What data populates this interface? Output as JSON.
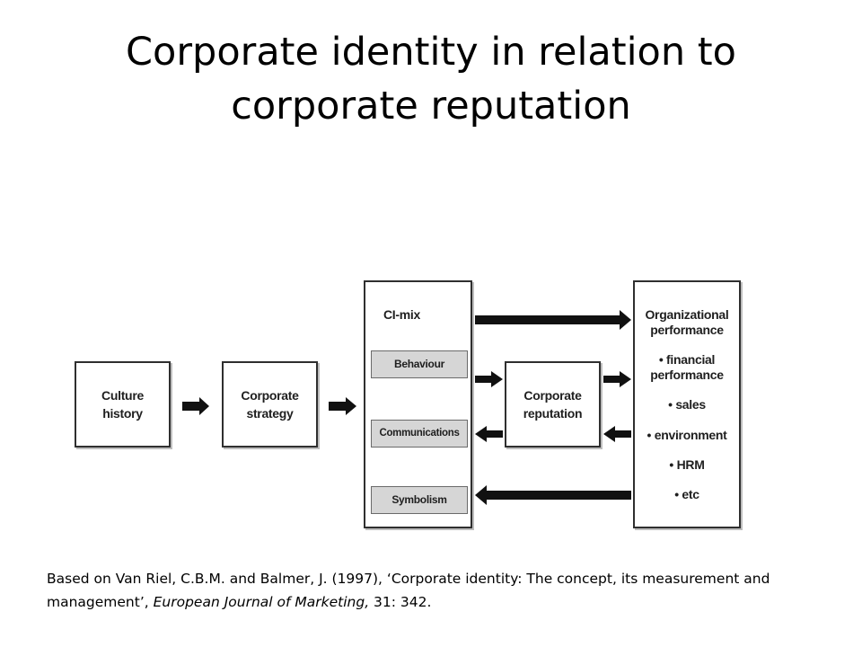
{
  "title": {
    "line1": "Corporate identity in relation to",
    "line2": "corporate reputation"
  },
  "diagram": {
    "culture_box": {
      "line1": "Culture",
      "line2": "history"
    },
    "strategy_box": {
      "line1": "Corporate",
      "line2": "strategy"
    },
    "ci_mix": {
      "heading": "CI-mix",
      "items": [
        "Behaviour",
        "Communications",
        "Symbolism"
      ]
    },
    "reputation_box": {
      "line1": "Corporate",
      "line2": "reputation"
    },
    "org_performance": {
      "lines": [
        "Organizational",
        "performance",
        "• financial",
        "performance",
        "• sales",
        "• environment",
        "• HRM",
        "• etc"
      ]
    }
  },
  "citation": {
    "prefix": "Based on Van Riel, C.B.M. and Balmer, J. (1997), ‘Corporate identity: The concept, its measurement and management’, ",
    "journal": "European Journal of Marketing,",
    "suffix": " 31: 342."
  }
}
